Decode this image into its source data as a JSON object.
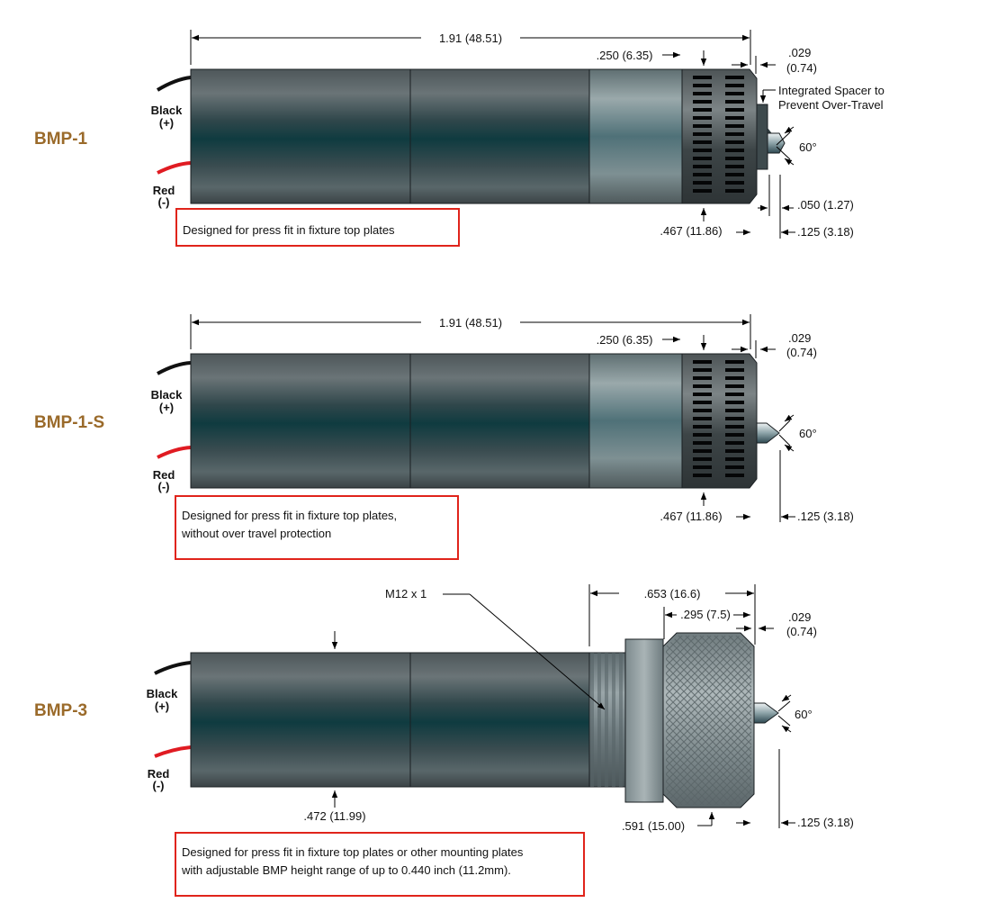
{
  "colors": {
    "model_label": "#9a6a2a",
    "note_border": "#e0241b",
    "body": "#24454a",
    "wire_black": "#111111",
    "wire_red": "#e01b22"
  },
  "products": [
    {
      "model": "BMP-1",
      "wire_black": "Black",
      "wire_black_pol": "(+)",
      "wire_red": "Red",
      "wire_red_pol": "(-)",
      "dim_length": "1.91 (48.51)",
      "dim_grip": ".250 (6.35)",
      "dim_tip_in": ".029",
      "dim_tip_mm": "(0.74)",
      "spacer_line1": "Integrated Spacer to",
      "spacer_line2": "Prevent Over-Travel",
      "angle": "60°",
      "dim_spacer": ".050 (1.27)",
      "dim_diameter": ".467 (11.86)",
      "dim_tip": ".125 (3.18)",
      "note_lines": [
        "Designed for press fit in fixture top plates"
      ]
    },
    {
      "model": "BMP-1-S",
      "wire_black": "Black",
      "wire_black_pol": "(+)",
      "wire_red": "Red",
      "wire_red_pol": "(-)",
      "dim_length": "1.91 (48.51)",
      "dim_grip": ".250 (6.35)",
      "dim_tip_in": ".029",
      "dim_tip_mm": "(0.74)",
      "angle": "60°",
      "dim_diameter": ".467 (11.86)",
      "dim_tip": ".125 (3.18)",
      "note_lines": [
        "Designed for press fit in fixture top plates,",
        "without over travel protection"
      ]
    },
    {
      "model": "BMP-3",
      "wire_black": "Black",
      "wire_black_pol": "(+)",
      "wire_red": "Red",
      "wire_red_pol": "(-)",
      "thread": "M12 x 1",
      "dim_head": ".653 (16.6)",
      "dim_knurl": ".295 (7.5)",
      "dim_tip_in": ".029",
      "dim_tip_mm": "(0.74)",
      "angle": "60°",
      "dim_body": ".472 (11.99)",
      "dim_knurl_dia": ".591 (15.00)",
      "dim_tip": ".125 (3.18)",
      "note_lines": [
        "Designed for press fit in fixture top plates or other mounting plates",
        "with adjustable BMP height range of up to 0.440 inch (11.2mm)."
      ]
    }
  ]
}
